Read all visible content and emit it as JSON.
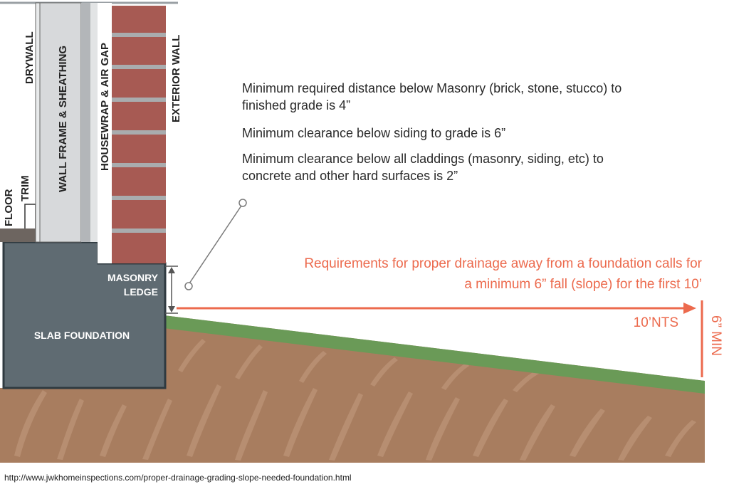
{
  "layers": {
    "drywall": "DRYWALL",
    "wall_frame": "WALL FRAME & SHEATHING",
    "housewrap": "HOUSEWRAP & AIR GAP",
    "exterior_wall": "EXTERIOR WALL",
    "floor": "FLOOR",
    "trim": "TRIM"
  },
  "foundation": {
    "slab_label": "SLAB FOUNDATION",
    "ledge_line1": "MASONRY",
    "ledge_line2": "LEDGE"
  },
  "notes": {
    "masonry_line1": "Minimum required distance below Masonry  (brick, stone, stucco) to",
    "masonry_line2": "finished grade is 4”",
    "siding": "Minimum clearance below siding to grade is 6”",
    "claddings_line1": "Minimum clearance below all claddings (masonry, siding, etc) to",
    "claddings_line2": "concrete and other hard surfaces is 2”"
  },
  "drainage": {
    "line1": "Requirements for proper drainage away from a foundation calls for",
    "line2": "a minimum 6” fall (slope) for the first 10’",
    "distance_label": "10’NTS",
    "fall_label": "6” MIN"
  },
  "source_url": "http://www.jwkhomeinspections.com/proper-drainage-grading-slope-needed-foundation.html",
  "colors": {
    "brick": "#a75a53",
    "mortar": "#a9acae",
    "slab": "#5f6b72",
    "soil": "#a87d5f",
    "grass": "#6a9a57",
    "accent": "#ec6a4d"
  }
}
